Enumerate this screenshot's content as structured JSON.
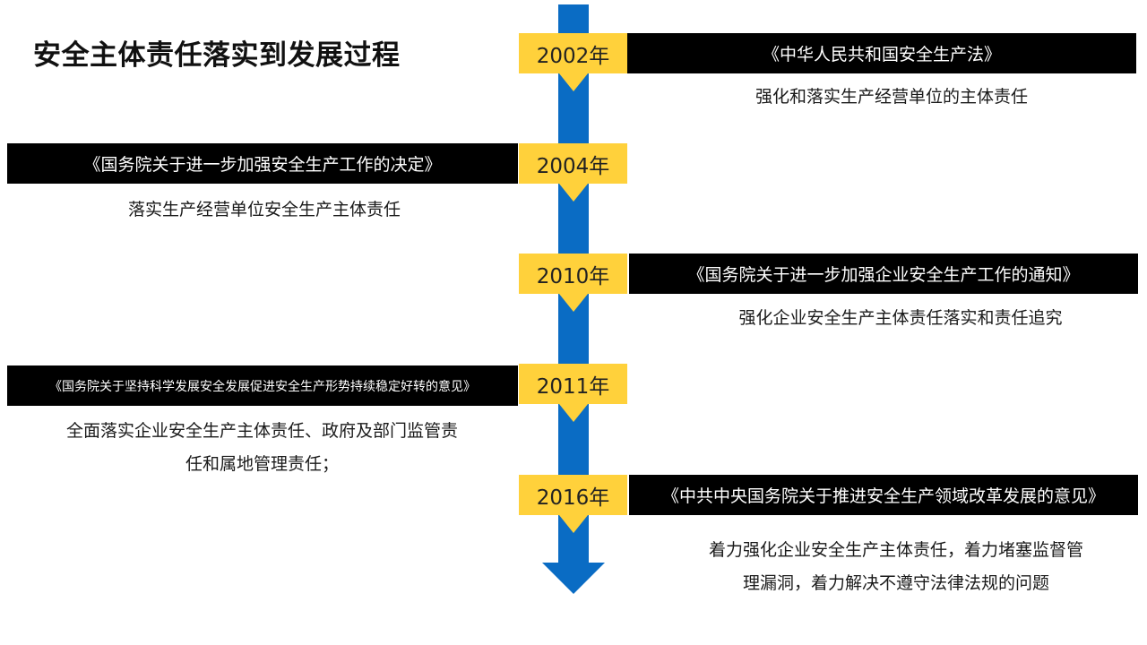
{
  "title": "安全主体责任落实到发展过程",
  "colors": {
    "axis": "#0a6cc4",
    "year_fill": "#ffd13b",
    "doc_bar": "#000000"
  },
  "events": [
    {
      "year": "2002年",
      "doc": "《中华人民共和国安全生产法》",
      "desc": [
        "强化和落实生产经营单位的主体责任"
      ]
    },
    {
      "year": "2004年",
      "doc": "《国务院关于进一步加强安全生产工作的决定》",
      "desc": [
        "落实生产经营单位安全生产主体责任"
      ]
    },
    {
      "year": "2010年",
      "doc": "《国务院关于进一步加强企业安全生产工作的通知》",
      "desc": [
        "强化企业安全生产主体责任落实和责任追究"
      ]
    },
    {
      "year": "2011年",
      "doc": "《国务院关于坚持科学发展安全发展促进安全生产形势持续稳定好转的意见》",
      "desc": [
        "全面落实企业安全生产主体责任、政府及部门监管责",
        "任和属地管理责任；"
      ]
    },
    {
      "year": "2016年",
      "doc": "《中共中央国务院关于推进安全生产领域改革发展的意见》",
      "desc": [
        "着力强化企业安全生产主体责任，着力堵塞监督管",
        "理漏洞，着力解决不遵守法律法规的问题"
      ]
    }
  ]
}
